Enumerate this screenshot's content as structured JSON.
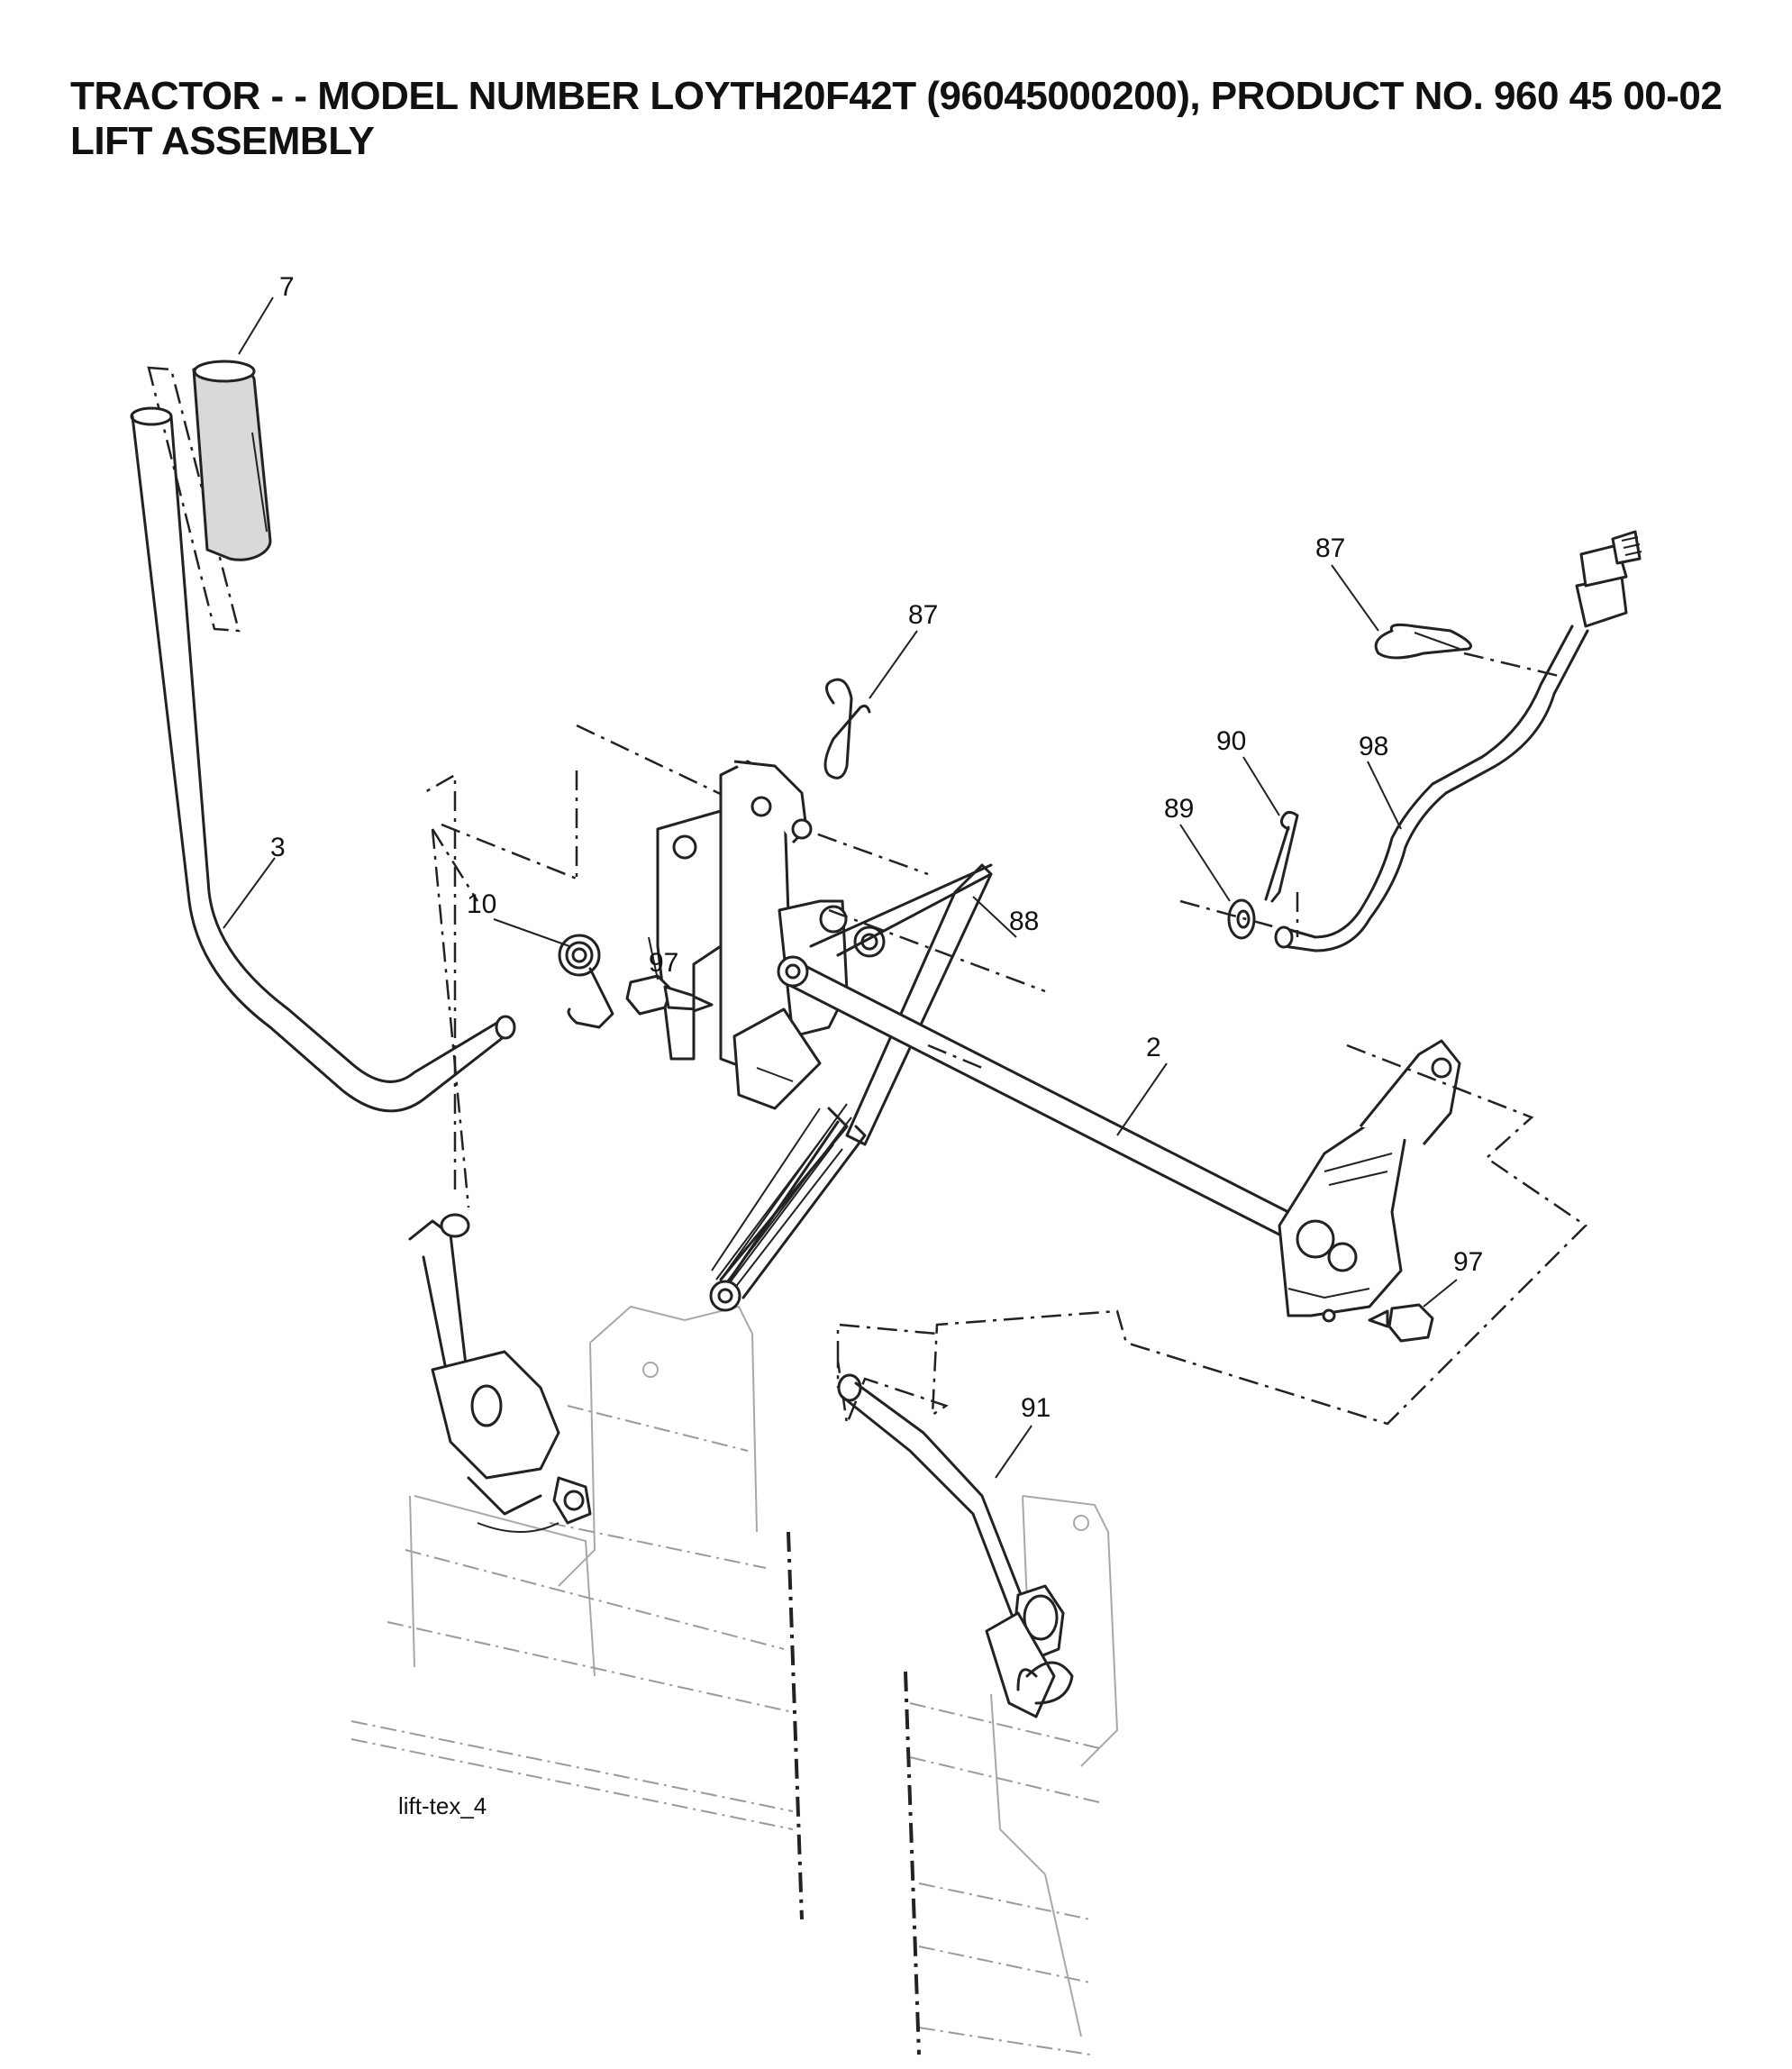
{
  "header": {
    "title_line1": "TRACTOR - - MODEL NUMBER LOYTH20F42T (96045000200), PRODUCT NO. 960 45 00-02",
    "title_line2": "LIFT ASSEMBLY"
  },
  "callouts": {
    "c7": "7",
    "c3": "3",
    "c87a": "87",
    "c87b": "87",
    "c10": "10",
    "c97a": "97",
    "c88": "88",
    "c90": "90",
    "c89": "89",
    "c98": "98",
    "c2": "2",
    "c97b": "97",
    "c91": "91"
  },
  "figure_id": "lift-tex_4"
}
